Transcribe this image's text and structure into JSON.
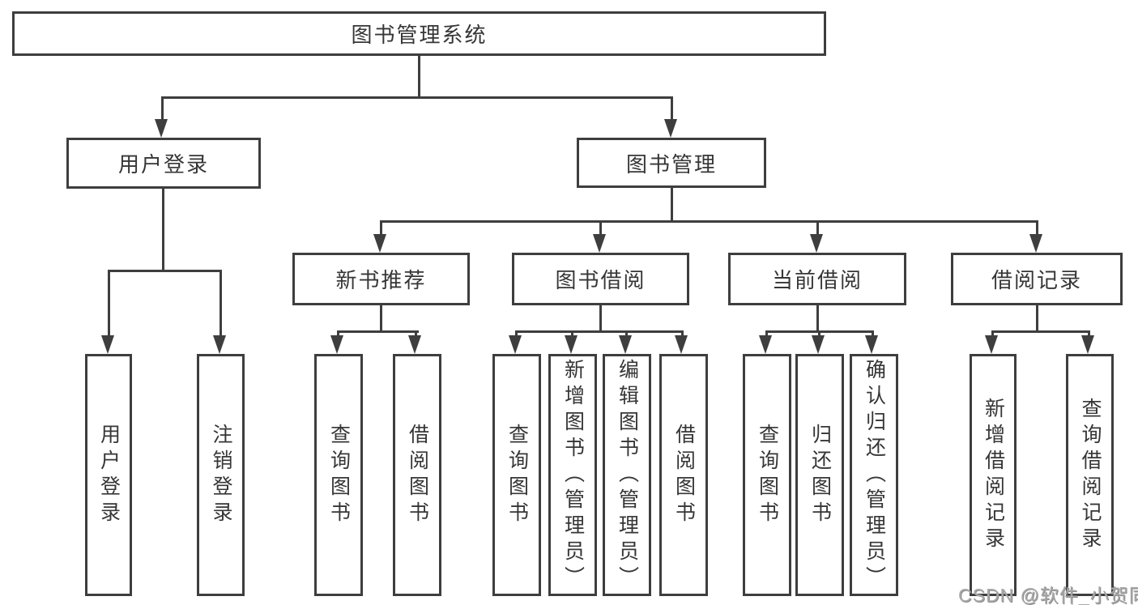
{
  "diagram": {
    "type": "tree",
    "title": "图书管理系统",
    "colors": {
      "line": "#3e3e3e",
      "text": "#363636",
      "background": "#ffffff",
      "watermark": "#a8a8a8"
    },
    "tree": {
      "label": "图书管理系统",
      "children": [
        {
          "label": "用户登录",
          "children": [
            {
              "label": "用户登录"
            },
            {
              "label": "注销登录"
            }
          ]
        },
        {
          "label": "图书管理",
          "children": [
            {
              "label": "新书推荐",
              "children": [
                {
                  "label": "查询图书"
                },
                {
                  "label": "借阅图书"
                }
              ]
            },
            {
              "label": "图书借阅",
              "children": [
                {
                  "label": "查询图书"
                },
                {
                  "label": "新增图书（管理员）"
                },
                {
                  "label": "编辑图书（管理员）"
                },
                {
                  "label": "借阅图书"
                }
              ]
            },
            {
              "label": "当前借阅",
              "children": [
                {
                  "label": "查询图书"
                },
                {
                  "label": "归还图书"
                },
                {
                  "label": "确认归还（管理员）"
                }
              ]
            },
            {
              "label": "借阅记录",
              "children": [
                {
                  "label": "新增借阅记录"
                },
                {
                  "label": "查询借阅记录"
                }
              ]
            }
          ]
        }
      ]
    },
    "watermark": "CSDN @软件_小贺同学"
  }
}
